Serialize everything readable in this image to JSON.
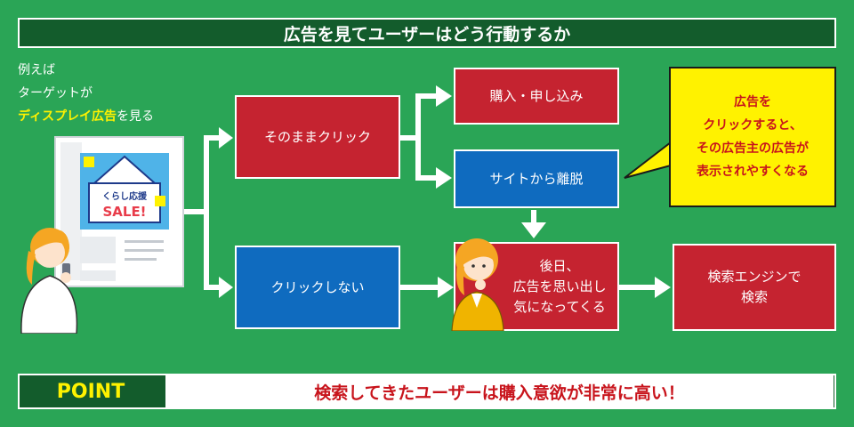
{
  "title": "広告を見てユーザーはどう行動するか",
  "intro": {
    "line1": "例えば",
    "line2": "ターゲットが",
    "highlight": "ディスプレイ広告",
    "suffix": "を見る"
  },
  "ad_banner": {
    "text": "くらし応援",
    "sale": "SALE!"
  },
  "nodes": {
    "click_as_is": "そのままクリック",
    "no_click": "クリックしない",
    "purchase": "購入・申し込み",
    "leave_site": "サイトから離脱",
    "later_line1": "後日、",
    "later_line2": "広告を思い出し",
    "later_line3": "気になってくる",
    "search_line1": "検索エンジンで",
    "search_line2": "検索"
  },
  "bubble": {
    "line1": "広告を",
    "line2": "クリックすると、",
    "line3": "その広告主の広告が",
    "line4": "表示されやすくなる"
  },
  "point": {
    "label": "POINT",
    "message": "検索してきたユーザーは購入意欲が非常に高い！"
  },
  "colors": {
    "background": "#2aa556",
    "dark_green": "#135c2c",
    "red_box": "#c52330",
    "blue_box": "#0f6bbf",
    "highlight_yellow": "#fff200",
    "emphasis_red": "#c8141c"
  }
}
